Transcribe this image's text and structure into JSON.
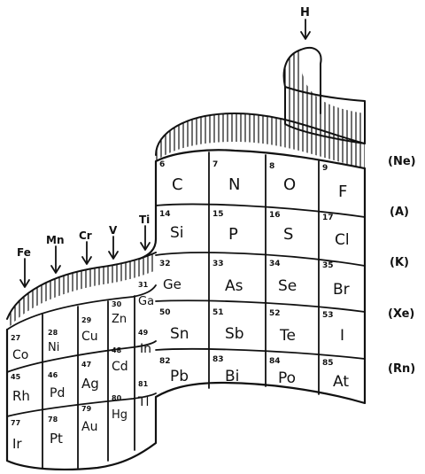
{
  "ribbon": {
    "top_marker": "H",
    "side_markers": [
      "Fe",
      "Mn",
      "Cr",
      "V",
      "Ti"
    ],
    "noble_gases": [
      "(Ne)",
      "(A)",
      "(K)",
      "(Xe)",
      "(Rn)"
    ],
    "elements": [
      {
        "n": "6",
        "s": "C"
      },
      {
        "n": "7",
        "s": "N"
      },
      {
        "n": "8",
        "s": "O"
      },
      {
        "n": "9",
        "s": "F"
      },
      {
        "n": "14",
        "s": "Si"
      },
      {
        "n": "15",
        "s": "P"
      },
      {
        "n": "16",
        "s": "S"
      },
      {
        "n": "17",
        "s": "Cl"
      },
      {
        "n": "32",
        "s": "Ge"
      },
      {
        "n": "33",
        "s": "As"
      },
      {
        "n": "34",
        "s": "Se"
      },
      {
        "n": "35",
        "s": "Br"
      },
      {
        "n": "31",
        "s": "Ga"
      },
      {
        "n": "30",
        "s": "Zn"
      },
      {
        "n": "29",
        "s": "Cu"
      },
      {
        "n": "28",
        "s": "Ni"
      },
      {
        "n": "27",
        "s": "Co"
      },
      {
        "n": "50",
        "s": "Sn"
      },
      {
        "n": "51",
        "s": "Sb"
      },
      {
        "n": "52",
        "s": "Te"
      },
      {
        "n": "53",
        "s": "I"
      },
      {
        "n": "49",
        "s": "In"
      },
      {
        "n": "48",
        "s": "Cd"
      },
      {
        "n": "47",
        "s": "Ag"
      },
      {
        "n": "46",
        "s": "Pd"
      },
      {
        "n": "45",
        "s": "Rh"
      },
      {
        "n": "82",
        "s": "Pb"
      },
      {
        "n": "83",
        "s": "Bi"
      },
      {
        "n": "84",
        "s": "Po"
      },
      {
        "n": "85",
        "s": "At"
      },
      {
        "n": "81",
        "s": "Tl"
      },
      {
        "n": "80",
        "s": "Hg"
      },
      {
        "n": "79",
        "s": "Au"
      },
      {
        "n": "78",
        "s": "Pt"
      },
      {
        "n": "77",
        "s": "Ir"
      }
    ]
  }
}
